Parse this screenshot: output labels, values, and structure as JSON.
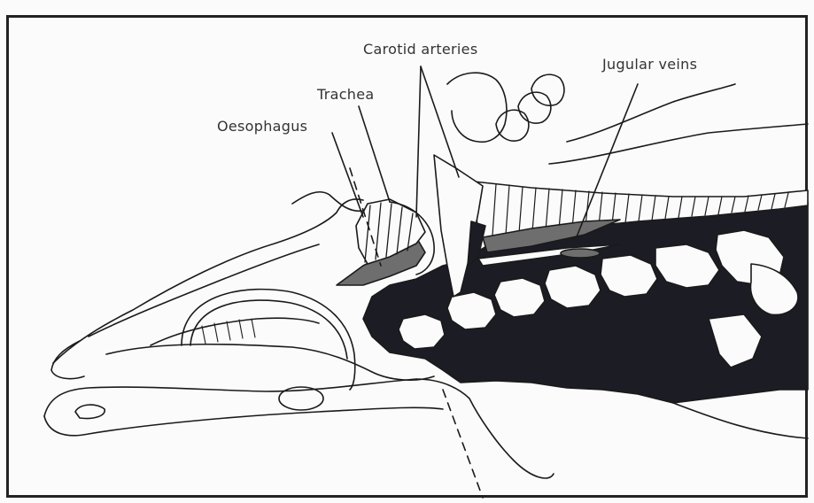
{
  "diagram": {
    "labels": {
      "carotid": "Carotid arteries",
      "jugular": "Jugular veins",
      "trachea": "Trachea",
      "oesophagus": "Oesophagus"
    },
    "colors": {
      "ink": "#1a1a1a",
      "dark_fill": "#1c1c24",
      "mid_grey": "#6e6e6e",
      "paper": "#fbfbfb"
    }
  }
}
